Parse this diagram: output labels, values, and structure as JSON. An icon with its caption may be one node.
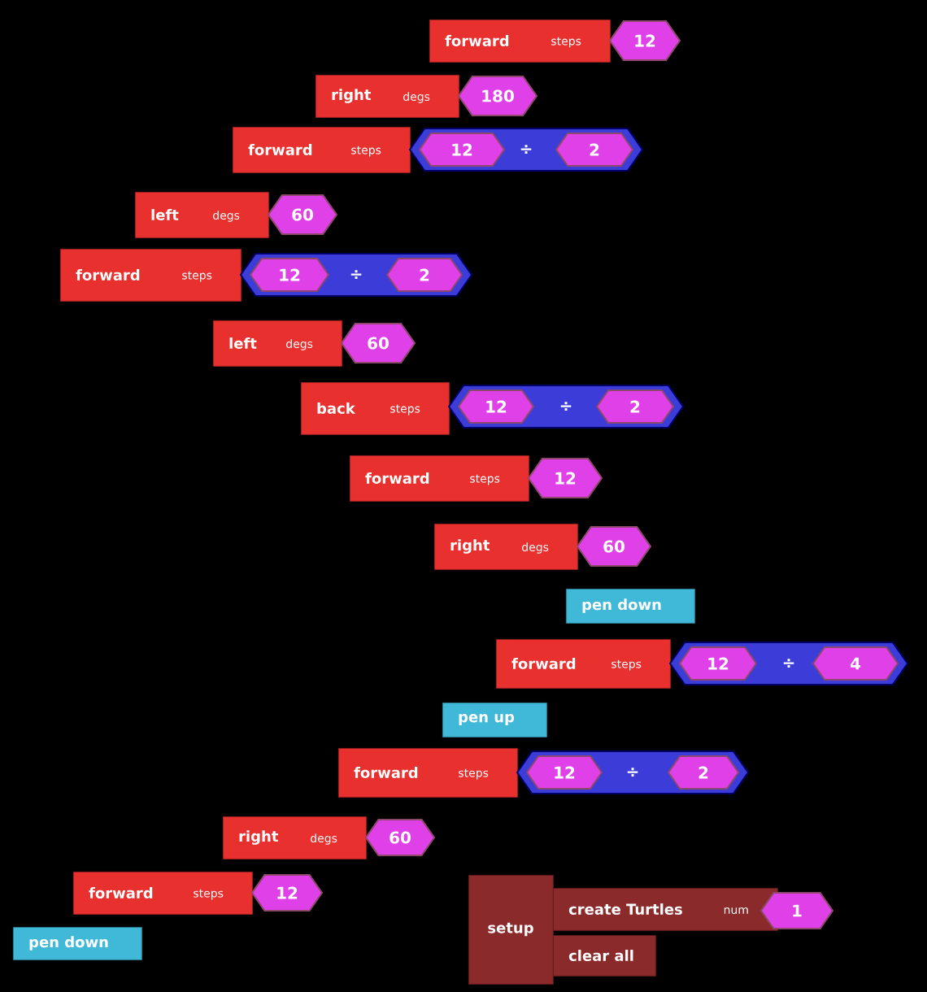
{
  "diagram": {
    "nodes": [
      {
        "text": [
          "forward",
          "steps"
        ]
      },
      {
        "text": [
          "12"
        ]
      },
      {
        "text": [
          "right",
          "degs"
        ]
      },
      {
        "text": [
          "180"
        ]
      },
      {
        "text": [
          "forward",
          "steps"
        ]
      },
      {
        "text": [
          "÷"
        ]
      },
      {
        "text": [
          "12"
        ],
        "in": 5
      },
      {
        "text": [
          "2"
        ],
        "in": 5
      },
      {
        "text": [
          "left",
          "degs"
        ]
      },
      {
        "text": [
          "60"
        ]
      },
      {
        "text": [
          "forward",
          "steps"
        ]
      },
      {
        "text": [
          "÷"
        ]
      },
      {
        "text": [
          "12"
        ],
        "in": 11
      },
      {
        "text": [
          "2"
        ],
        "in": 11
      },
      {
        "text": [
          "left",
          "degs"
        ]
      },
      {
        "text": [
          "60"
        ]
      },
      {
        "text": [
          "back",
          "steps"
        ]
      },
      {
        "text": [
          "÷"
        ]
      },
      {
        "text": [
          "12"
        ],
        "in": 17
      },
      {
        "text": [
          "2"
        ],
        "in": 17
      },
      {
        "text": [
          "forward",
          "steps"
        ]
      },
      {
        "text": [
          "12"
        ]
      },
      {
        "text": [
          "right",
          "degs"
        ]
      },
      {
        "text": [
          "60"
        ]
      },
      {
        "text": [
          "pen down"
        ]
      },
      {
        "text": [
          "forward",
          "steps"
        ]
      },
      {
        "text": [
          "÷"
        ]
      },
      {
        "text": [
          "12"
        ],
        "in": 26
      },
      {
        "text": [
          "4"
        ],
        "in": 26
      },
      {
        "text": [
          "pen up"
        ]
      },
      {
        "text": [
          "forward",
          "steps"
        ]
      },
      {
        "text": [
          "÷"
        ]
      },
      {
        "text": [
          "12"
        ],
        "in": 31
      },
      {
        "text": [
          "2"
        ],
        "in": 31
      },
      {
        "text": [
          "right",
          "degs"
        ]
      },
      {
        "text": [
          "60"
        ]
      },
      {
        "text": [
          "forward",
          "steps"
        ]
      },
      {
        "text": [
          "12"
        ]
      },
      {
        "text": [
          "pen down"
        ]
      },
      {
        "text": [
          "setup"
        ]
      },
      {
        "text": [
          "create Turtles",
          "num"
        ]
      },
      {
        "text": [
          "1"
        ]
      },
      {
        "text": [
          "clear all"
        ]
      }
    ]
  }
}
